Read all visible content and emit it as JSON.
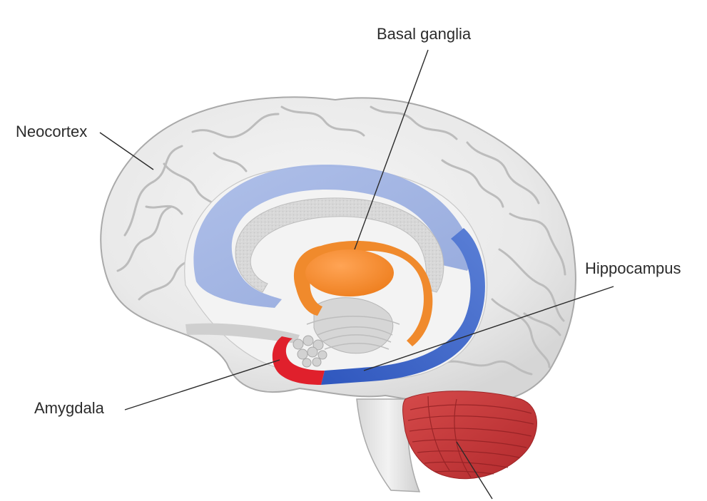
{
  "labels": {
    "basal_ganglia": "Basal ganglia",
    "neocortex": "Neocortex",
    "hippocampus": "Hippocampus",
    "amygdala": "Amygdala"
  },
  "colors": {
    "cortex_fill": "#ececec",
    "cortex_outline": "#a9a9a9",
    "gyri_line": "#b9b9b9",
    "cingulate_blue": "#9fb3e2",
    "hippocampus_blue": "#3c64c8",
    "basal_ganglia_orange": "#f08a2c",
    "amygdala_red": "#e0202c",
    "cerebellum_red": "#c8383a",
    "corpus_callosum_grey": "#d2d2d2",
    "leader_line": "#2b2b2b",
    "label_text": "#2b2b2b"
  },
  "icons": {
    "diagram": "brain-midsagittal-illustration"
  }
}
